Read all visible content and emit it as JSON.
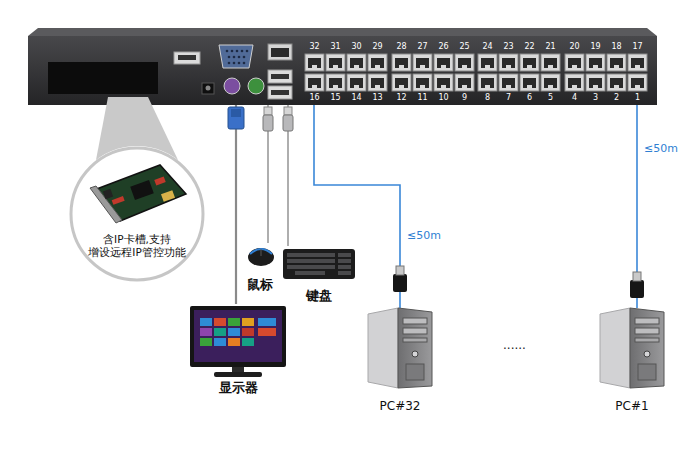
{
  "diagram": {
    "nodes": [
      {
        "text": [
          "32",
          "31",
          "30",
          "29",
          "28",
          "27",
          "26",
          "25",
          "24",
          "23",
          "22",
          "21",
          "20",
          "19",
          "18",
          "17",
          "16",
          "15",
          "14",
          "13",
          "12",
          "11",
          "10",
          "9",
          "8",
          "7",
          "6",
          "5",
          "4",
          "3",
          "2",
          "1"
        ]
      },
      {
        "text": [
          "含IP卡槽,支持 增设远程IP管控功能"
        ]
      },
      {
        "text": [
          "鼠标"
        ]
      },
      {
        "text": [
          "键盘"
        ]
      },
      {
        "text": [
          "显示器"
        ]
      },
      {
        "text": [
          "PC#32"
        ]
      },
      {
        "text": [
          "PC#1"
        ]
      }
    ],
    "edges": [
      {
        "from": 0,
        "to": 2,
        "arrow": "none"
      },
      {
        "from": 0,
        "to": 3,
        "arrow": "none"
      },
      {
        "from": 0,
        "to": 4,
        "arrow": "none"
      },
      {
        "from": 0,
        "to": 5,
        "label": "≤50m",
        "arrow": "none"
      },
      {
        "from": 0,
        "to": 6,
        "label": "≤50m",
        "arrow": "none"
      }
    ],
    "labels": [
      "......"
    ]
  }
}
